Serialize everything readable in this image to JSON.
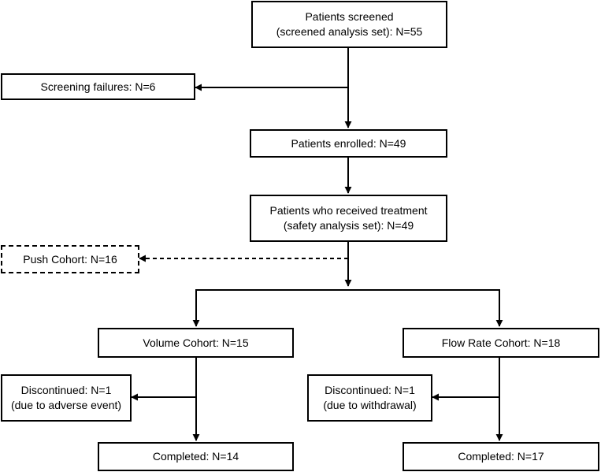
{
  "boxes": {
    "screened": {
      "line1": "Patients screened",
      "line2": "(screened analysis set): N=55"
    },
    "screening_failures": {
      "line1": "Screening failures: N=6"
    },
    "enrolled": {
      "line1": "Patients enrolled: N=49"
    },
    "treated": {
      "line1": "Patients who received treatment",
      "line2": "(safety analysis set): N=49"
    },
    "push_cohort": {
      "line1": "Push Cohort: N=16"
    },
    "volume_cohort": {
      "line1": "Volume Cohort: N=15"
    },
    "flow_rate_cohort": {
      "line1": "Flow Rate Cohort: N=18"
    },
    "volume_discontinued": {
      "line1": "Discontinued: N=1",
      "line2": "(due to adverse event)"
    },
    "flow_discontinued": {
      "line1": "Discontinued: N=1",
      "line2": "(due to withdrawal)"
    },
    "volume_completed": {
      "line1": "Completed: N=14"
    },
    "flow_completed": {
      "line1": "Completed: N=17"
    }
  }
}
